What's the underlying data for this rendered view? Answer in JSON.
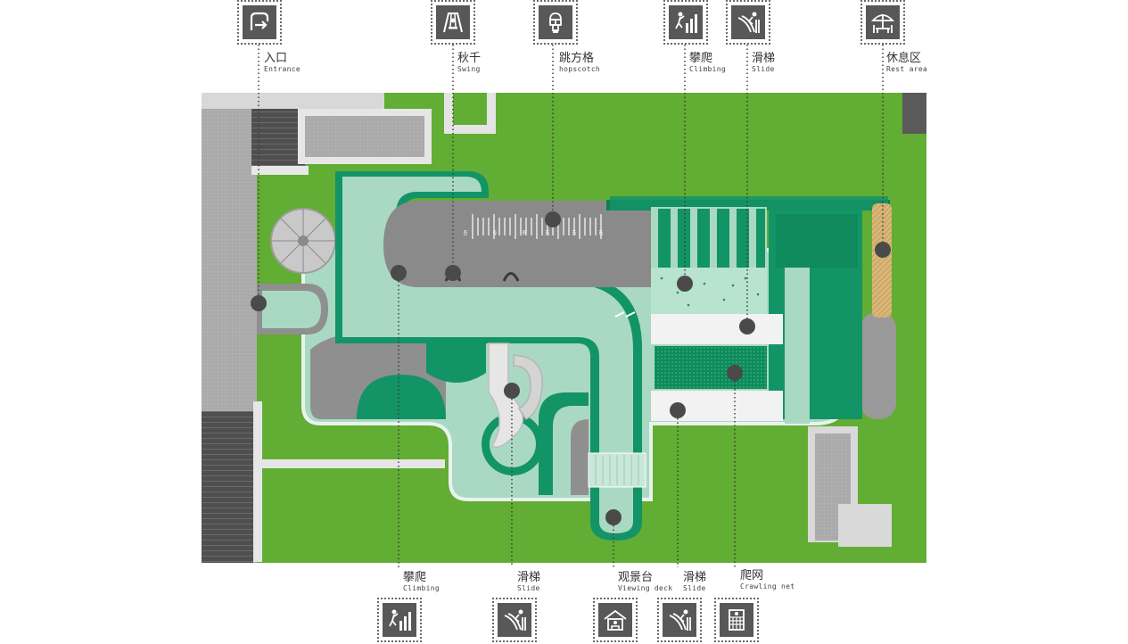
{
  "labels": {
    "entrance": {
      "zh": "入口",
      "en": "Entrance",
      "icon": "entrance-icon"
    },
    "swing": {
      "zh": "秋千",
      "en": "Swing",
      "icon": "swing-icon"
    },
    "hopscotch": {
      "zh": "跳方格",
      "en": "hopscotch",
      "icon": "hopscotch-icon"
    },
    "climbing_top": {
      "zh": "攀爬",
      "en": "Climbing",
      "icon": "climbing-icon"
    },
    "slide_top": {
      "zh": "滑梯",
      "en": "Slide",
      "icon": "slide-icon"
    },
    "rest_area": {
      "zh": "休息区",
      "en": "Rest area",
      "icon": "rest-area-icon"
    },
    "climbing_bottom": {
      "zh": "攀爬",
      "en": "Climbing",
      "icon": "climbing-icon"
    },
    "slide_bottom_1": {
      "zh": "滑梯",
      "en": "Slide",
      "icon": "slide-icon"
    },
    "viewing_deck": {
      "zh": "观景台",
      "en": "Viewing deck",
      "icon": "viewing-deck-icon"
    },
    "slide_bottom_2": {
      "zh": "滑梯",
      "en": "Slide",
      "icon": "slide-icon"
    },
    "crawling_net": {
      "zh": "爬网",
      "en": "Crawling net",
      "icon": "crawling-net-icon"
    }
  },
  "ruler_ticks": [
    "5M",
    "4M",
    "3M",
    "2M",
    "1M",
    "0M"
  ],
  "colors": {
    "grass": "#62ad33",
    "deep_green": "#139466",
    "mint": "#a9d9c3",
    "path_gray": "#8f8f8f",
    "icon_tile": "#585858",
    "rest_wood": "#d9b77a"
  }
}
